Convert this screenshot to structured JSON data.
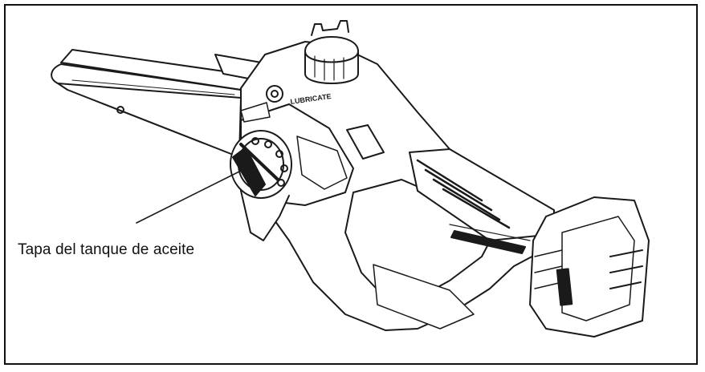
{
  "figure": {
    "callout_label": "Tapa del tanque de aceite",
    "engraved_label": "LUBRICATE",
    "line_color": "#1a1a1a",
    "icon": "mini-chainsaw-line-drawing"
  }
}
